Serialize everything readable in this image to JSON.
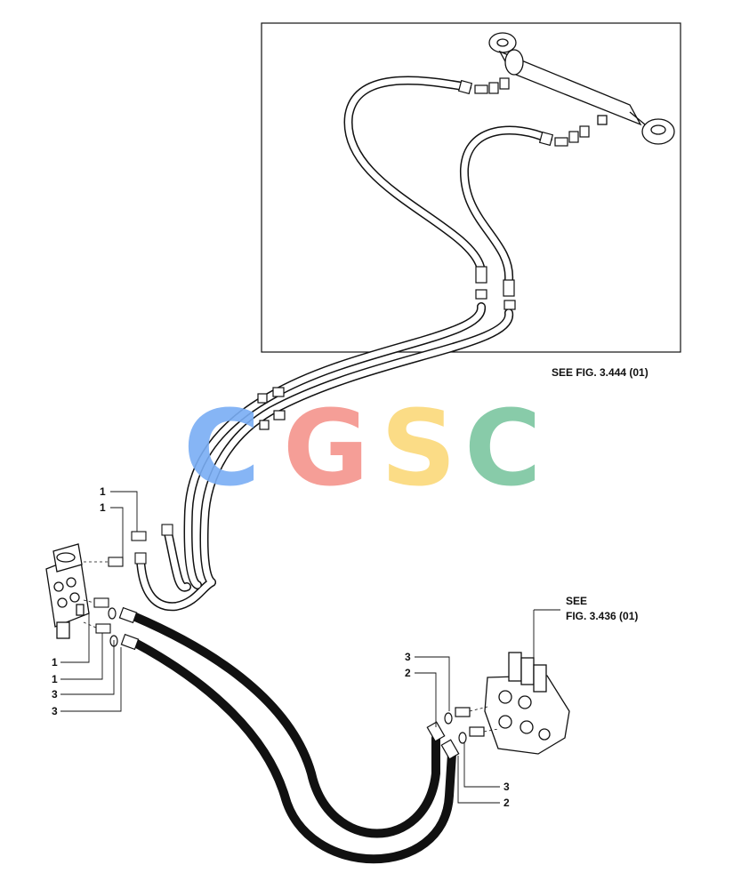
{
  "references": {
    "top": "SEE FIG. 3.444 (01)",
    "right_line1": "SEE",
    "right_line2": "FIG. 3.436 (01)"
  },
  "callouts": {
    "left": [
      "1",
      "1",
      "1",
      "1",
      "3",
      "3"
    ],
    "right": [
      "3",
      "2",
      "3",
      "2"
    ]
  },
  "watermark": {
    "letters": [
      "C",
      "G",
      "S",
      "C"
    ],
    "colors": [
      "#7aaef5",
      "#f4948c",
      "#fbd97a",
      "#7cc6a0"
    ]
  },
  "icons": [
    "hydraulic-cylinder-icon",
    "selector-valve-icon",
    "control-valve-icon"
  ]
}
